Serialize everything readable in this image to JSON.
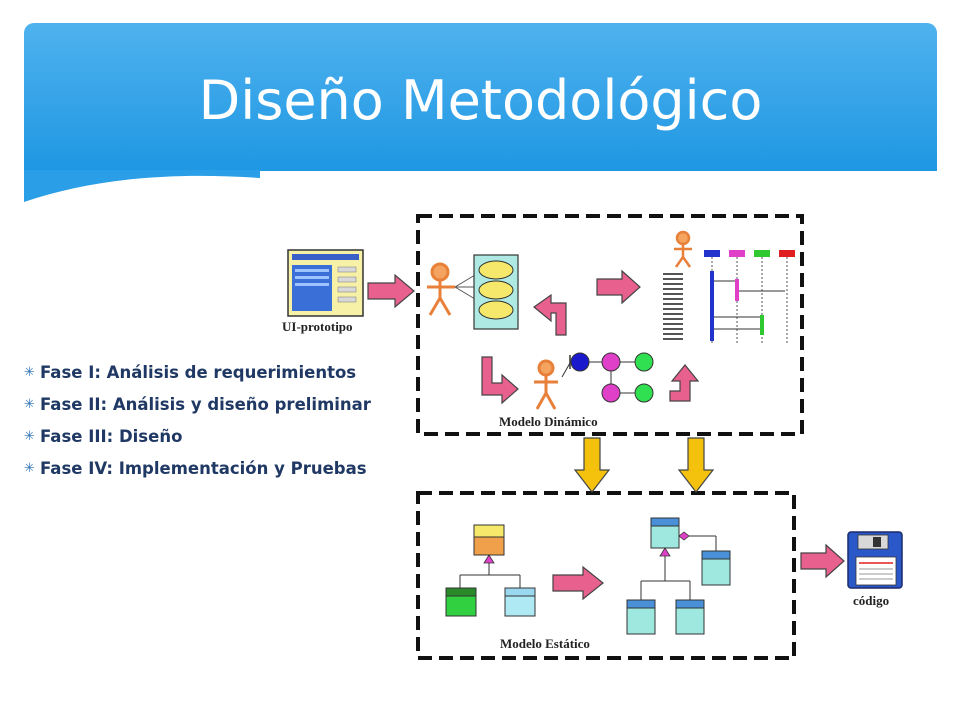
{
  "title": "Diseño Metodológico",
  "colors": {
    "header": "#1f97e3",
    "bullet_text": "#1f3864",
    "arrow_pink": "#e8608e",
    "arrow_yellow": "#f4c20d"
  },
  "bullets": [
    "Fase I: Análisis de requerimientos",
    "Fase II: Análisis y diseño preliminar",
    "Fase III: Diseño",
    "Fase IV: Implementación y Pruebas"
  ],
  "diagram": {
    "ui_label": "UI-prototipo",
    "dynamic_label": "Modelo Dinámico",
    "static_label": "Modelo Estático",
    "code_label": "código"
  }
}
